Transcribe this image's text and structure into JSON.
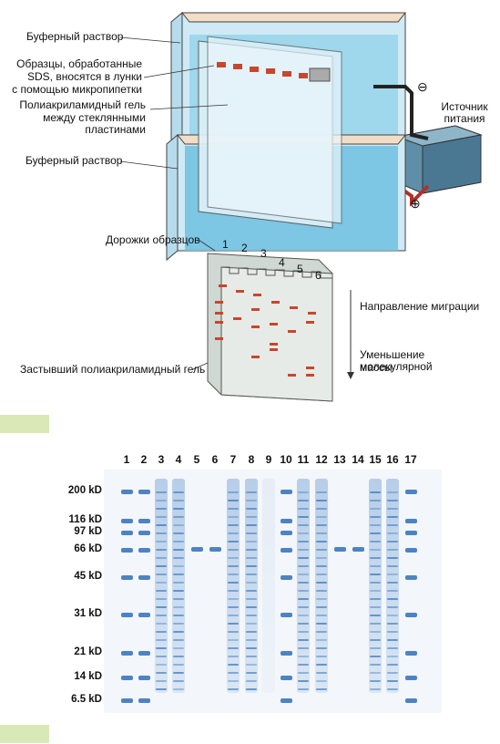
{
  "diagram": {
    "labels": {
      "buffer_top": "Буферный раствор",
      "samples_1": "Образцы, обработанные",
      "samples_2": "SDS, вносятся в лунки",
      "samples_3": "с помощью микропипетки",
      "gel_1": "Полиакриламидный гель",
      "gel_2": "между стеклянными пластинами",
      "buffer_bottom": "Буферный раствор",
      "power_1": "Источник",
      "power_2": "питания",
      "minus": "⊖",
      "plus": "⊕",
      "lanes_title": "Дорожки образцов",
      "migration": "Направление миграции",
      "mass_1": "Уменьшение молекулярной",
      "mass_2": "массы",
      "solid_gel": "Застывший полиакриламидный гель"
    },
    "lane_numbers": [
      "1",
      "2",
      "3",
      "4",
      "5",
      "6"
    ]
  },
  "photo": {
    "lane_numbers": [
      "1",
      "2",
      "3",
      "4",
      "5",
      "6",
      "7",
      "8",
      "9",
      "10",
      "11",
      "12",
      "13",
      "14",
      "15",
      "16",
      "17"
    ],
    "markers": [
      "200 kD",
      "116 kD",
      "97 kD",
      "66 kD",
      "45 kD",
      "31 kD",
      "21 kD",
      "14 kD",
      "6.5 kD"
    ]
  },
  "colors": {
    "buffer_blue": "#8fd0e8",
    "band_red": "#c8462c",
    "gel_band_blue": "#2f6fb8",
    "green_tag": "#d8e8b7"
  }
}
